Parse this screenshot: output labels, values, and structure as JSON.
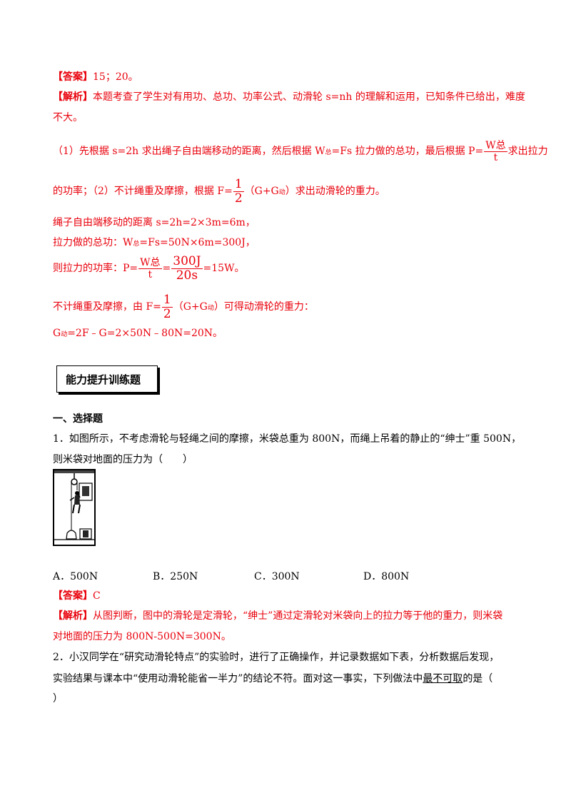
{
  "q0": {
    "answer_tag": "【答案】",
    "answer": "15；20。",
    "analysis_tag": "【解析】",
    "analysis_1": "本题考查了学生对有用功、总功、功率公式、动滑轮 s=nh 的理解和运用，已知条件已给出，难度",
    "analysis_2": "不大。",
    "step1_a": "（1）先根据 s=2h 求出绳子自由端移动的距离，然后根据 W",
    "step1_sub": "总",
    "step1_b": "=Fs 拉力做的总功，最后根据 P=",
    "step1_frac_num": "W总",
    "step1_frac_den": "t",
    "step1_c": "求出拉力",
    "step2_a": "的功率；（2）不计绳重及摩擦，根据 F=",
    "step2_frac_num": "1",
    "step2_frac_den": "2",
    "step2_b": "（G+G",
    "step2_sub": "动",
    "step2_c": "）求出动滑轮的重力。",
    "calc_1": "绳子自由端移动的距离 s=2h=2×3m=6m，",
    "calc_2_a": "拉力做的总功：W",
    "calc_2_sub": "总",
    "calc_2_b": "=Fs=50N×6m=300J，",
    "calc_3_a": "则拉力的功率：P=",
    "calc_3_f1_num": "W总",
    "calc_3_f1_den": "t",
    "calc_3_eq": "=",
    "calc_3_f2_num": "300J",
    "calc_3_f2_den": "20s",
    "calc_3_b": "=15W。",
    "calc_4_a": "不计绳重及摩擦，由 F=",
    "calc_4_frac_num": "1",
    "calc_4_frac_den": "2",
    "calc_4_b": "（G+G",
    "calc_4_sub": "动",
    "calc_4_c": "）可得动滑轮的重力：",
    "calc_5_a": "G",
    "calc_5_sub": "动",
    "calc_5_b": "=2F﹣G=2×50N﹣80N=20N。"
  },
  "section_title": "能力提升训练题",
  "part_heading": "一、选择题",
  "q1": {
    "line1": "1．如图所示，不考虑滑轮与轻绳之间的摩擦，米袋总重为 800N，而绳上吊着的静止的“绅士”重 500N，",
    "line2": "则米袋对地面的压力为（　　）",
    "options": [
      "A．500N",
      "B．250N",
      "C．300N",
      "D．800N"
    ],
    "answer_tag": "【答案】",
    "answer": "C",
    "analysis_tag": "【解析】",
    "analysis_1": "从图判断，图中的滑轮是定滑轮，“绅士”通过定滑轮对米袋向上的拉力等于他的重力，则米袋",
    "analysis_2": "对地面的压力为 800N-500N=300N。"
  },
  "q2": {
    "line1": "2．小汉同学在“研究动滑轮特点”的实验时，进行了正确操作，并记录数据如下表，分析数据后发现，",
    "line2_a": "实验结果与课本中“使用动滑轮能省一半力”的结论不符。面对这一事实，下列做法中",
    "line2_u": "最不可取",
    "line2_b": "的是（",
    "line3": "）"
  }
}
